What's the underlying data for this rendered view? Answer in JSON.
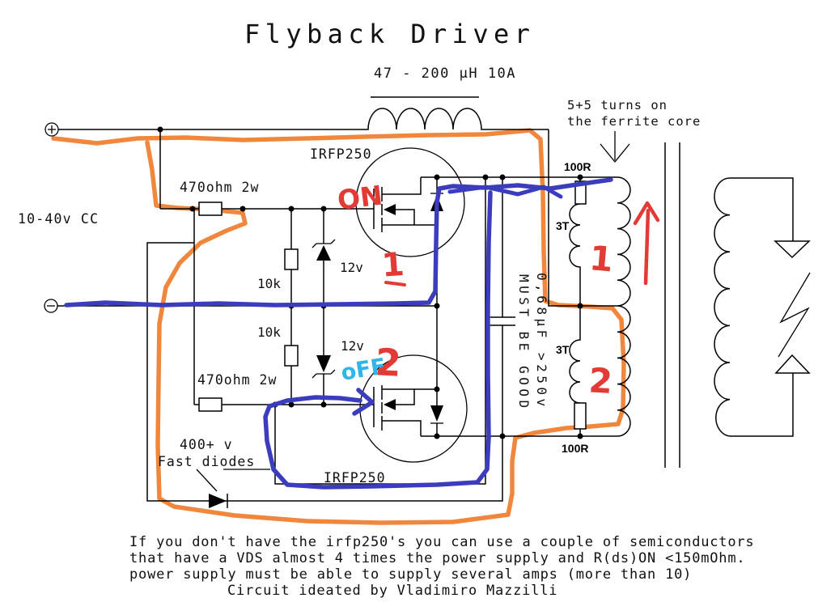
{
  "title": "Flyback Driver",
  "colors": {
    "ink": "#000000",
    "paper": "#ffffff",
    "orange_trace": "#F0873C",
    "blue_trace": "#3C3CBE",
    "red_mark": "#E23A34",
    "cyan_mark": "#2FB5E8"
  },
  "schematic": {
    "choke_label": "47 - 200 μH 10A",
    "turns_note": {
      "line1": "5+5 turns on",
      "line2": "the ferrite core"
    },
    "supply_label": "10-40v CC",
    "plus_symbol": "+",
    "minus_symbol": "−",
    "mosfets": {
      "top": "IRFP250",
      "bottom": "IRFP250"
    },
    "gate_resistors": {
      "top": "470ohm 2w",
      "bottom": "470ohm 2w"
    },
    "pulldown_resistors": {
      "top": "10k",
      "bottom": "10k"
    },
    "zeners": {
      "top": "12v",
      "bottom": "12v"
    },
    "feedback_resistors": {
      "top": "100R",
      "bottom": "100R"
    },
    "feedback_windings": {
      "top": "3T",
      "bottom": "3T"
    },
    "tank_capacitor": {
      "line1": "0,68μF >250v",
      "line2": "MUST BE GOOD"
    },
    "diode_note": {
      "line1": "400+ v",
      "line2": "Fast diodes"
    }
  },
  "annotations": {
    "mosfet_state_on": "ON",
    "mosfet_state_off": "oFF",
    "half_top": "1",
    "half_bottom": "2",
    "winding_top": "1",
    "winding_bottom": "2"
  },
  "footer": {
    "line1": "If you don't have the irfp250's you can use a couple of semiconductors",
    "line2": "that have a VDS almost 4 times the power supply and R(ds)ON <150mOhm.",
    "line3": "power supply must be able to supply several amps (more than 10)",
    "line4": "Circuit ideated by Vladimiro Mazzilli"
  }
}
